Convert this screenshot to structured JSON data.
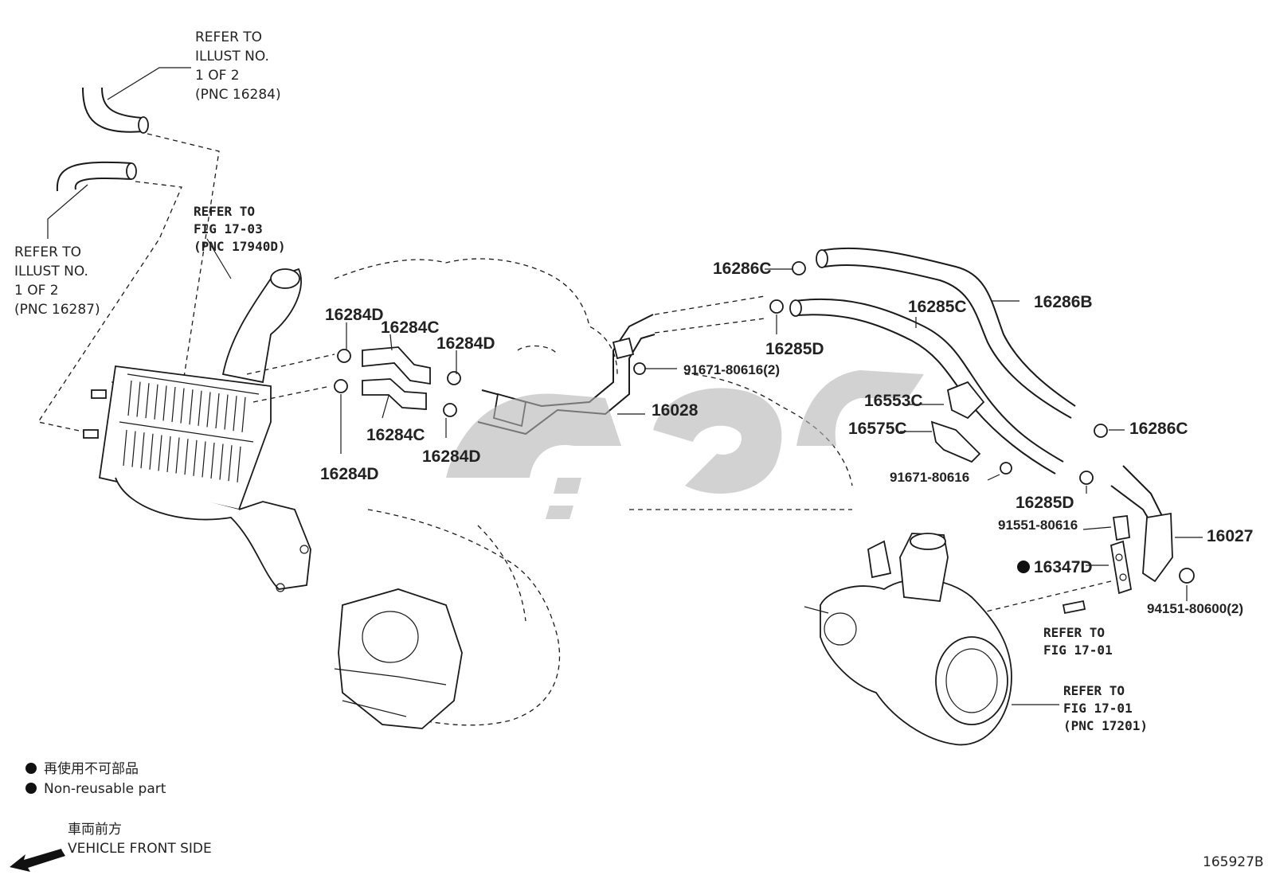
{
  "refer_notes": {
    "top_1": [
      "REFER TO",
      "ILLUST NO.",
      "1 OF 2",
      "(PNC 16284)"
    ],
    "left_1": [
      "REFER TO",
      "ILLUST NO.",
      "1 OF 2",
      "(PNC 16287)"
    ],
    "fig_17_03": [
      "REFER TO",
      "FIG 17-03",
      "(PNC 17940D)"
    ],
    "fig_17_01_a": [
      "REFER TO",
      "FIG 17-01"
    ],
    "fig_17_01_b": [
      "REFER TO",
      "FIG 17-01",
      "(PNC 17201)"
    ]
  },
  "part_numbers": {
    "p16286C_top": "16286C",
    "p16286B": "16286B",
    "p16285C": "16285C",
    "p16285D_top": "16285D",
    "p91671_2": "91671-80616(2)",
    "p16028": "16028",
    "p16553C": "16553C",
    "p16575C": "16575C",
    "p91671": "91671-80616",
    "p16286C_right": "16286C",
    "p16285D_bottom": "16285D",
    "p91551": "91551-80616",
    "p16027": "16027",
    "p16347D": "16347D",
    "p94151": "94151-80600(2)",
    "p16284D_a": "16284D",
    "p16284C_a": "16284C",
    "p16284D_b": "16284D",
    "p16284C_b": "16284C",
    "p16284D_c": "16284D",
    "p16284D_d": "16284D"
  },
  "legend": {
    "jp_nonreusable": "再使用不可部品",
    "en_nonreusable": "Non-reusable part",
    "jp_front": "車両前方",
    "en_front": "VEHICLE FRONT SIDE"
  },
  "illustration_id": "165927B",
  "watermark_color": "#b4b4b4"
}
